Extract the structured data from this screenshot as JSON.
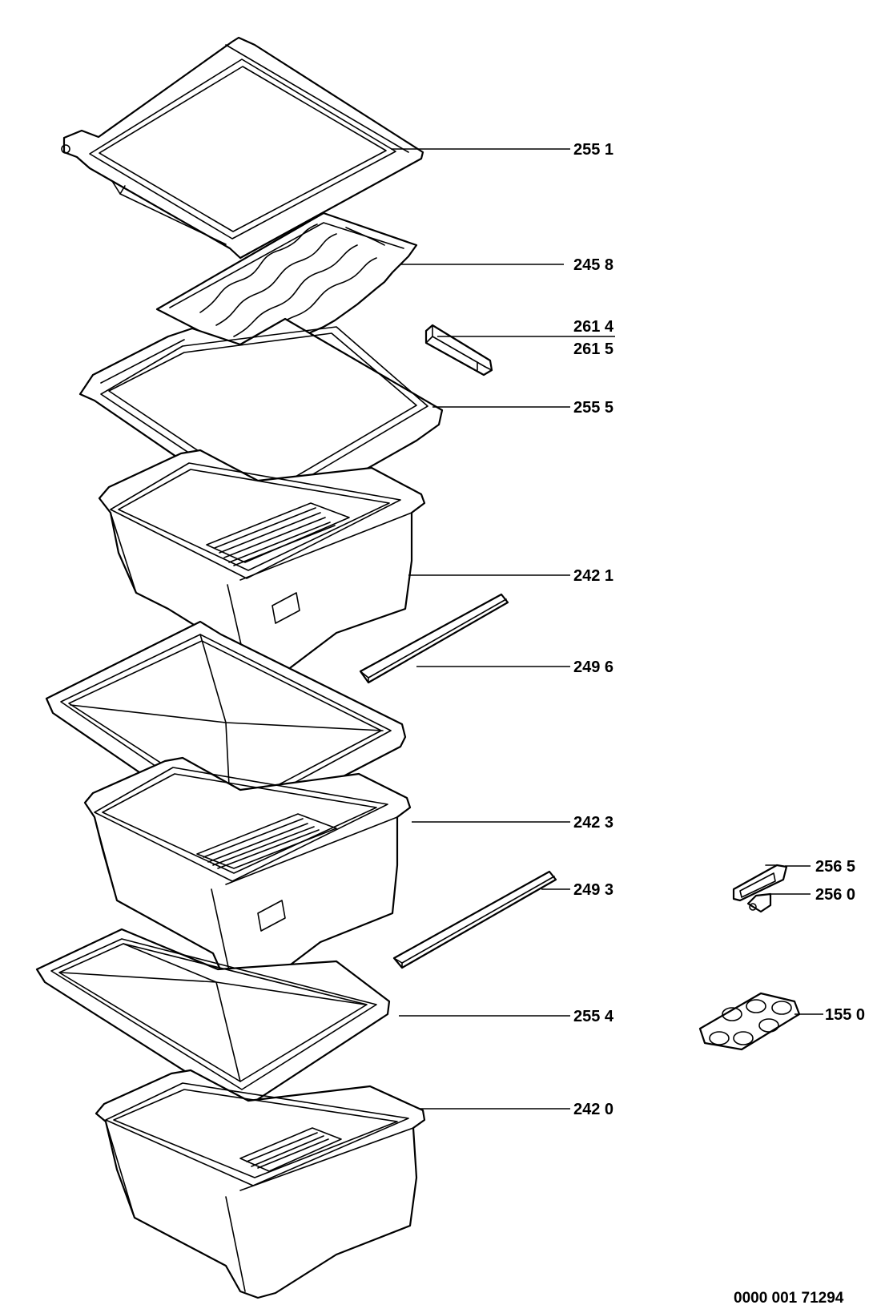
{
  "labels": {
    "p2551": "255 1",
    "p2458": "245 8",
    "p2614": "261 4",
    "p2615": "261 5",
    "p2555": "255 5",
    "p2421": "242 1",
    "p2496": "249 6",
    "p2423": "242 3",
    "p2565": "256 5",
    "p2560": "256 0",
    "p2493": "249 3",
    "p2554": "255 4",
    "p1550": "155 0",
    "p2420": "242 0"
  },
  "document_number": "0000 001 71294"
}
